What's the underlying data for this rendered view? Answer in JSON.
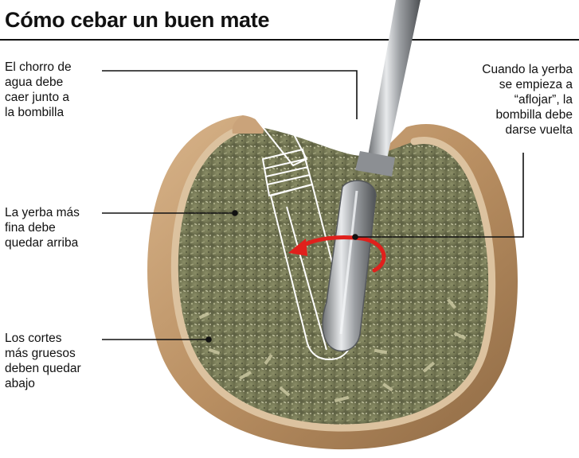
{
  "title": "Cómo cebar un buen mate",
  "annotations": {
    "water": [
      "El chorro de",
      "agua debe",
      "caer junto a",
      "la bombilla"
    ],
    "fine_yerba": [
      "La yerba más",
      "fina debe",
      "quedar arriba"
    ],
    "coarse_cuts": [
      "Los cortes",
      "más gruesos",
      "deben quedar",
      "abajo"
    ],
    "turn_bombilla": [
      "Cuando la yerba",
      "se empieza a",
      "“aflojar”, la",
      "bombilla debe",
      "darse vuelta"
    ]
  },
  "colors": {
    "gourd": "#b98f62",
    "gourd_rim": "#d9b993",
    "yerba": "#7a7d58",
    "arrow": "#e0201c",
    "bombilla": "#b7b9bc"
  }
}
